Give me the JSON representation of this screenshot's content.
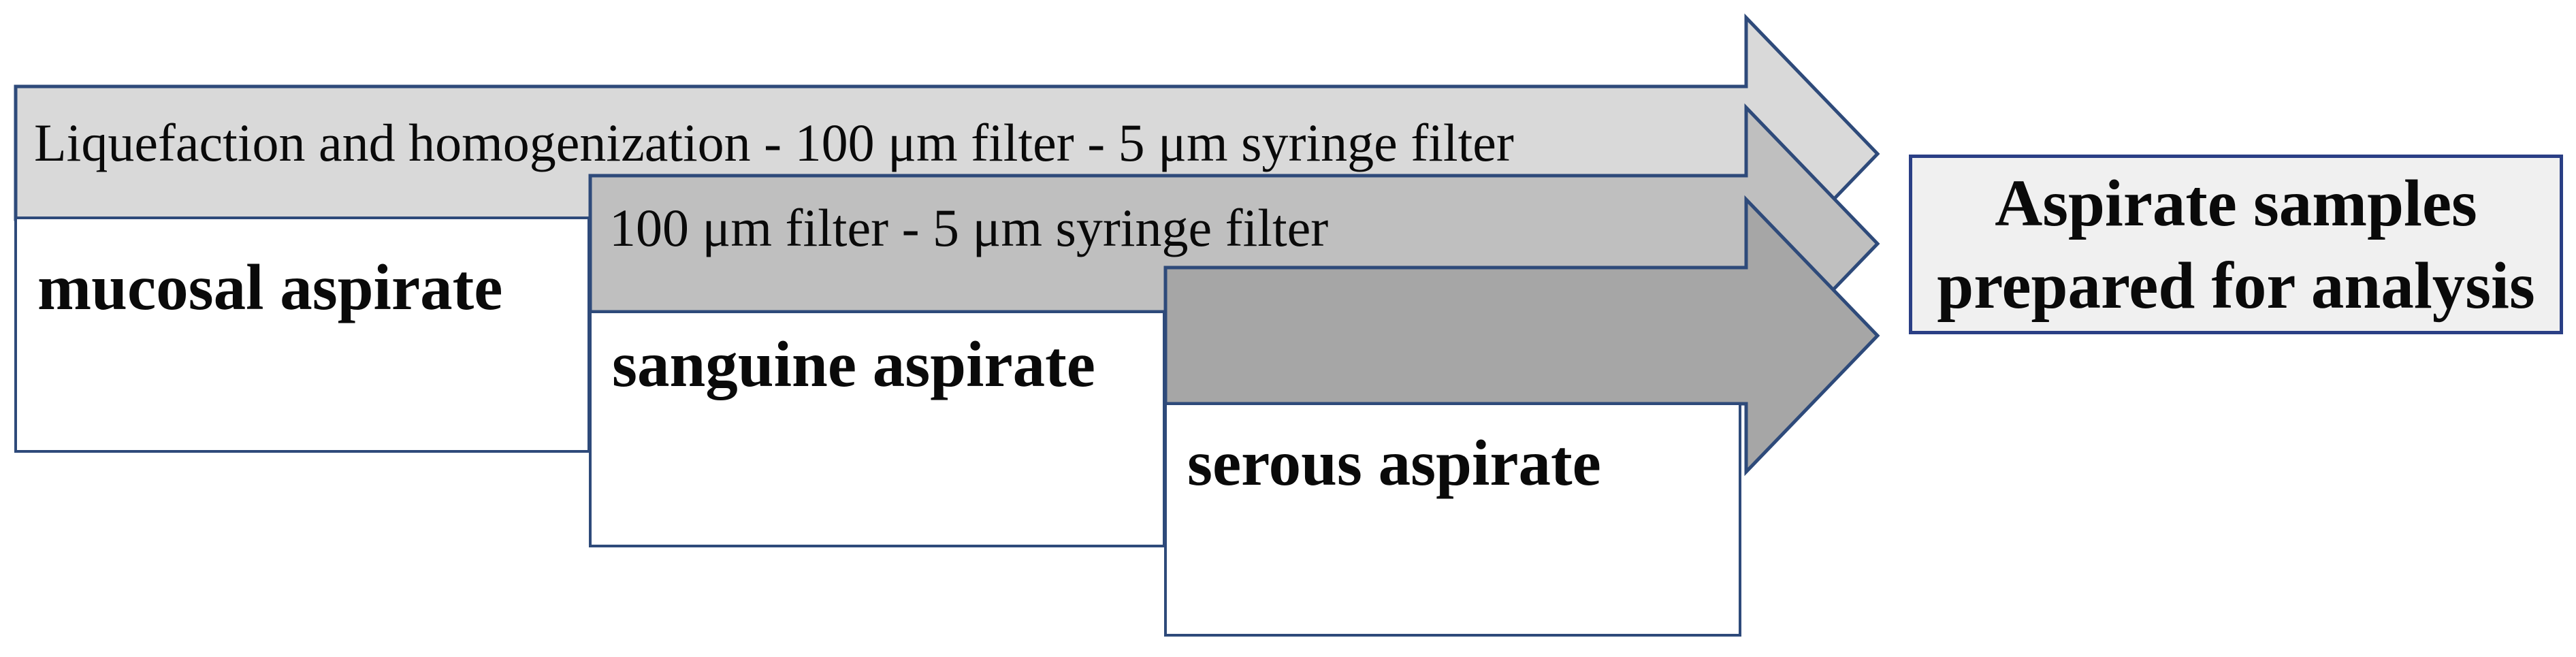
{
  "figure": {
    "type": "process-flow-diagram",
    "background": "#ffffff"
  },
  "arrows": [
    {
      "name": "mucosal-aspirate-process",
      "label": "Liquefaction and homogenization - 100 μm filter - 5 μm syringe filter",
      "fill": "#d9d9d9"
    },
    {
      "name": "sanguine-aspirate-process",
      "label": "100 μm filter - 5 μm syringe filter",
      "fill": "#bfbfbf"
    },
    {
      "name": "serous-aspirate-process",
      "label": "",
      "fill": "#a6a6a6"
    }
  ],
  "boxes": [
    {
      "label": "mucosal aspirate"
    },
    {
      "label": "sanguine aspirate"
    },
    {
      "label": "serous aspirate"
    }
  ],
  "result_box": {
    "line1": "Aspirate samples",
    "line2": "prepared for analysis",
    "fill": "#f0f0f0",
    "border": "#2a3f85"
  },
  "colors": {
    "arrow_light": "#d9d9d9",
    "arrow_medium": "#bfbfbf",
    "arrow_dark": "#a6a6a6",
    "outline_navy": "#2e4a7a",
    "text": "#0a0a0a",
    "background": "#ffffff"
  }
}
